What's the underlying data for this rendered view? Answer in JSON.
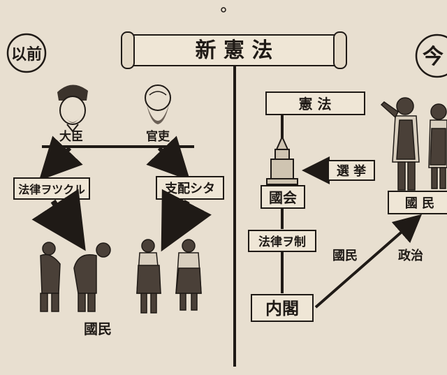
{
  "title": "新 憲 法",
  "left": {
    "badge": "以前",
    "minister": "大臣",
    "bureaucrat": "官吏",
    "box_law": "法律ヲツクル",
    "box_rule": "支配シタ",
    "people": "國民"
  },
  "right": {
    "badge": "今",
    "constitution": "憲 法",
    "diet": "國会",
    "law": "法律ヲ制",
    "cabinet": "内閣",
    "election": "選 挙",
    "people_box": "國 民",
    "politics_1": "國民",
    "politics_2": "政治"
  },
  "colors": {
    "paper": "#e8dfd0",
    "ink": "#1f1a16"
  }
}
